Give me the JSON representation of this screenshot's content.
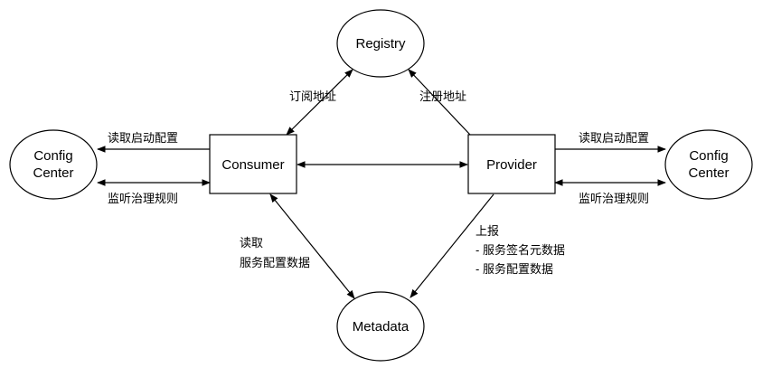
{
  "nodes": {
    "registry": {
      "label": "Registry"
    },
    "consumer": {
      "label": "Consumer"
    },
    "provider": {
      "label": "Provider"
    },
    "metadata": {
      "label": "Metadata"
    },
    "config_left": {
      "label_line1": "Config",
      "label_line2": "Center"
    },
    "config_right": {
      "label_line1": "Config",
      "label_line2": "Center"
    }
  },
  "edges": {
    "subscribe": {
      "label": "订阅地址"
    },
    "register": {
      "label": "注册地址"
    },
    "read_boot_config_left": {
      "label": "读取启动配置"
    },
    "watch_rules_left": {
      "label": "监听治理规则"
    },
    "read_boot_config_right": {
      "label": "读取启动配置"
    },
    "watch_rules_right": {
      "label": "监听治理规则"
    },
    "read_metadata": {
      "line1": "读取",
      "line2": "服务配置数据"
    },
    "report_metadata": {
      "line1": "上报",
      "line2": "- 服务签名元数据",
      "line3": "- 服务配置数据"
    }
  },
  "colors": {
    "stroke": "#000000",
    "fill": "#ffffff"
  }
}
